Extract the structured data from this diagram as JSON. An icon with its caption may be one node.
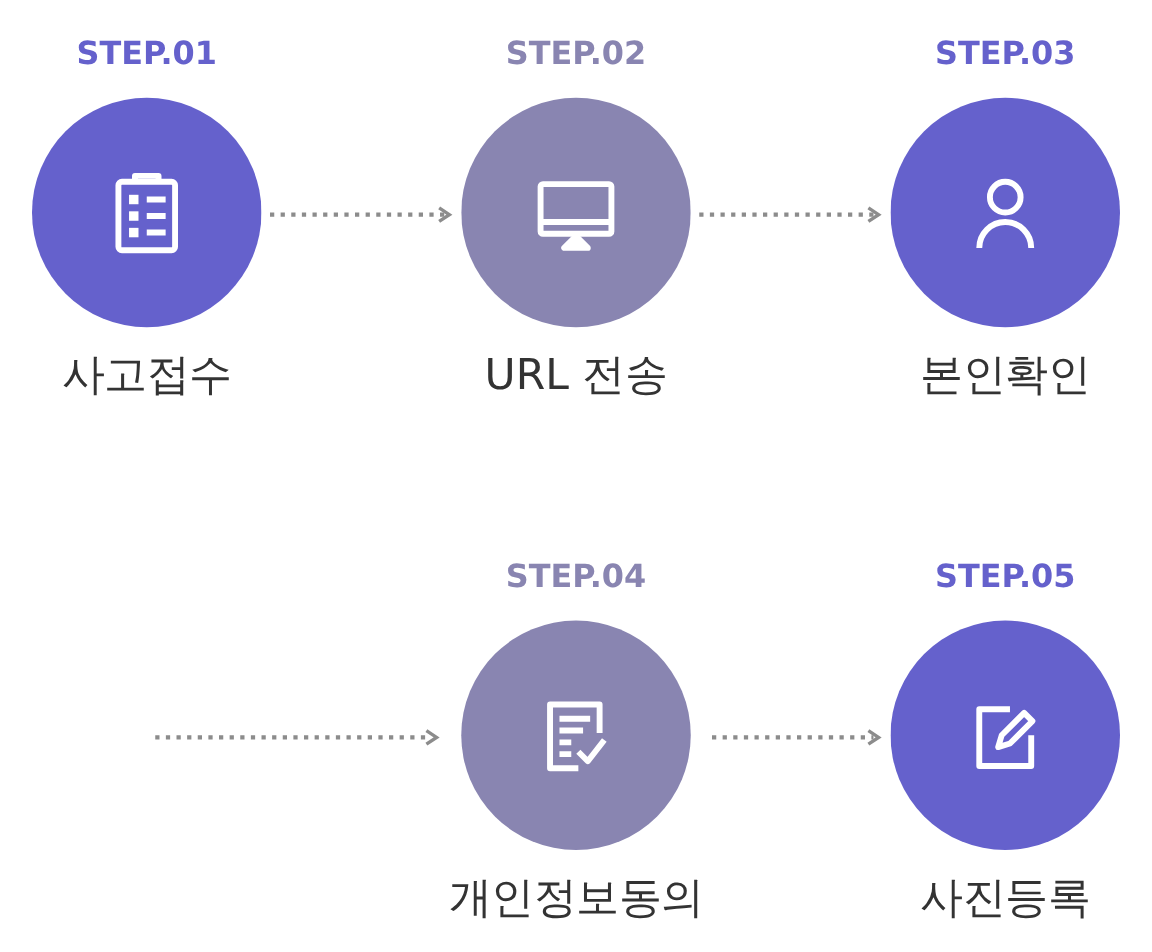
{
  "diagram": {
    "nodes": [
      {
        "text": [
          "STEP.01",
          "사고접수"
        ]
      },
      {
        "text": [
          "STEP.02",
          "URL 전송"
        ]
      },
      {
        "text": [
          "STEP.03",
          "본인확인"
        ]
      },
      {
        "text": [
          "STEP.04",
          "개인정보동의"
        ]
      },
      {
        "text": [
          "STEP.05",
          "사진등록"
        ]
      }
    ],
    "edges": [
      {
        "from": 0,
        "to": 1,
        "arrow": "to",
        "style": "dashed"
      },
      {
        "from": 1,
        "to": 2,
        "arrow": "to",
        "style": "dashed"
      },
      {
        "from": null,
        "to": 3,
        "arrow": "to",
        "style": "dashed"
      },
      {
        "from": 3,
        "to": 4,
        "arrow": "to",
        "style": "dashed"
      }
    ]
  }
}
